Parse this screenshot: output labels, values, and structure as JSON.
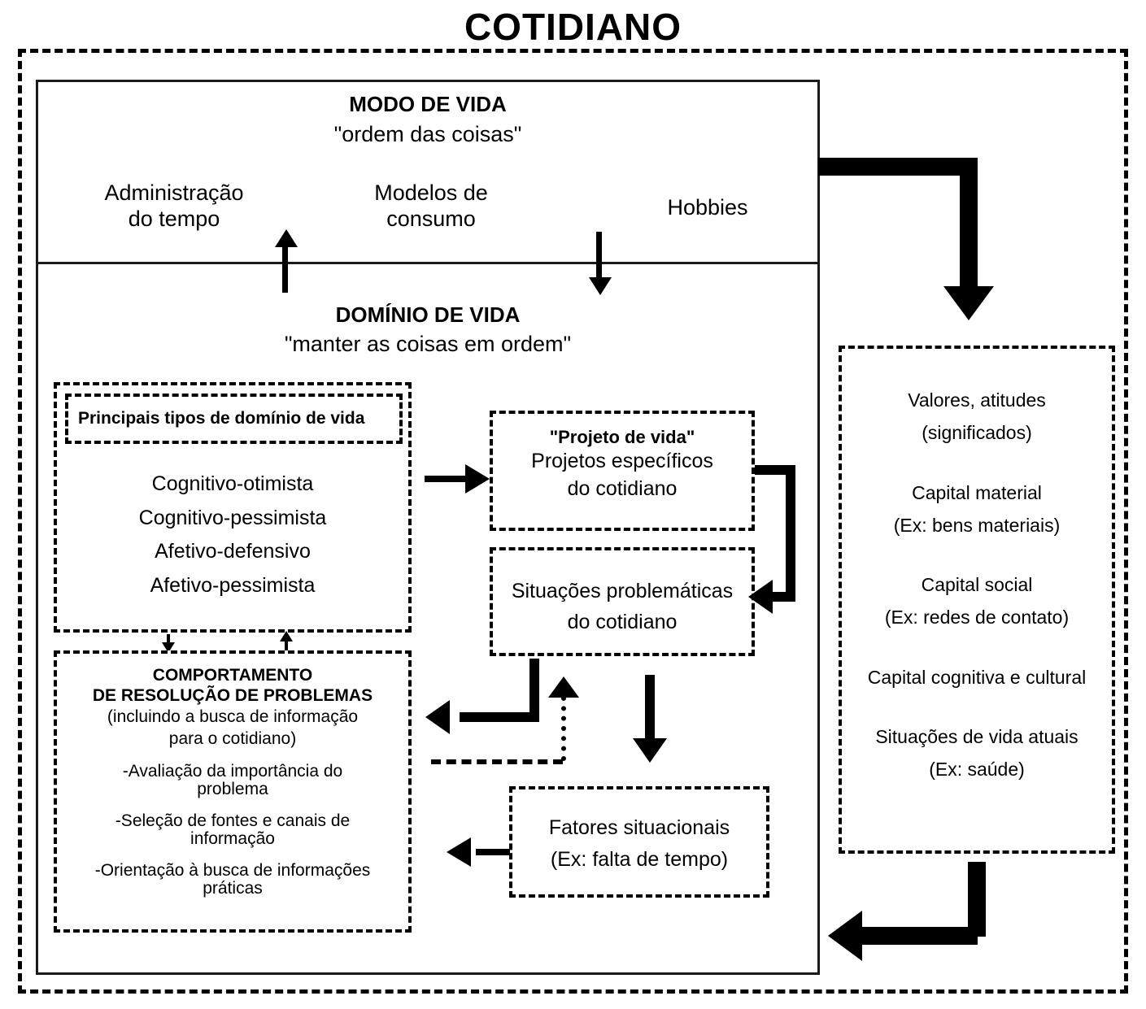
{
  "title": "COTIDIANO",
  "modo_de_vida": {
    "heading": "MODO DE VIDA",
    "subheading": "\"ordem das coisas\"",
    "items": [
      "Administração\ndo tempo",
      "Modelos de\nconsumo",
      "Hobbies"
    ]
  },
  "dominio_de_vida": {
    "heading": "DOMÍNIO DE VIDA",
    "subheading": "\"manter as coisas em ordem\""
  },
  "tipos_box": {
    "header": "Principais tipos de domínio de vida",
    "items": [
      "Cognitivo-otimista",
      "Cognitivo-pessimista",
      "Afetivo-defensivo",
      "Afetivo-pessimista"
    ]
  },
  "comportamento_box": {
    "heading_line1": "COMPORTAMENTO",
    "heading_line2": "DE RESOLUÇÃO DE PROBLEMAS",
    "note_line1": "(incluindo a busca de informação",
    "note_line2": "para o cotidiano)",
    "bullets": [
      "-Avaliação da importância do\nproblema",
      "-Seleção de fontes e canais de\ninformação",
      "-Orientação à busca de informações\npráticas"
    ]
  },
  "projeto_box": {
    "heading": "\"Projeto de vida\"",
    "line1": "Projetos específicos",
    "line2": "do cotidiano"
  },
  "situacoes_box": {
    "line1": "Situações problemáticas",
    "line2": "do cotidiano"
  },
  "fatores_box": {
    "line1": "Fatores situacionais",
    "line2": "(Ex: falta de tempo)"
  },
  "capital_box": {
    "groups": [
      {
        "line1": "Valores, atitudes",
        "line2": "(significados)"
      },
      {
        "line1": "Capital material",
        "line2": "(Ex: bens materiais)"
      },
      {
        "line1": "Capital social",
        "line2": "(Ex: redes de contato)"
      },
      {
        "line1": "Capital cognitiva e cultural",
        "line2": ""
      },
      {
        "line1": "Situações de vida atuais",
        "line2": "(Ex: saúde)"
      }
    ]
  },
  "colors": {
    "ink": "#000000",
    "background": "#ffffff",
    "frame": "#1a1a1a"
  }
}
